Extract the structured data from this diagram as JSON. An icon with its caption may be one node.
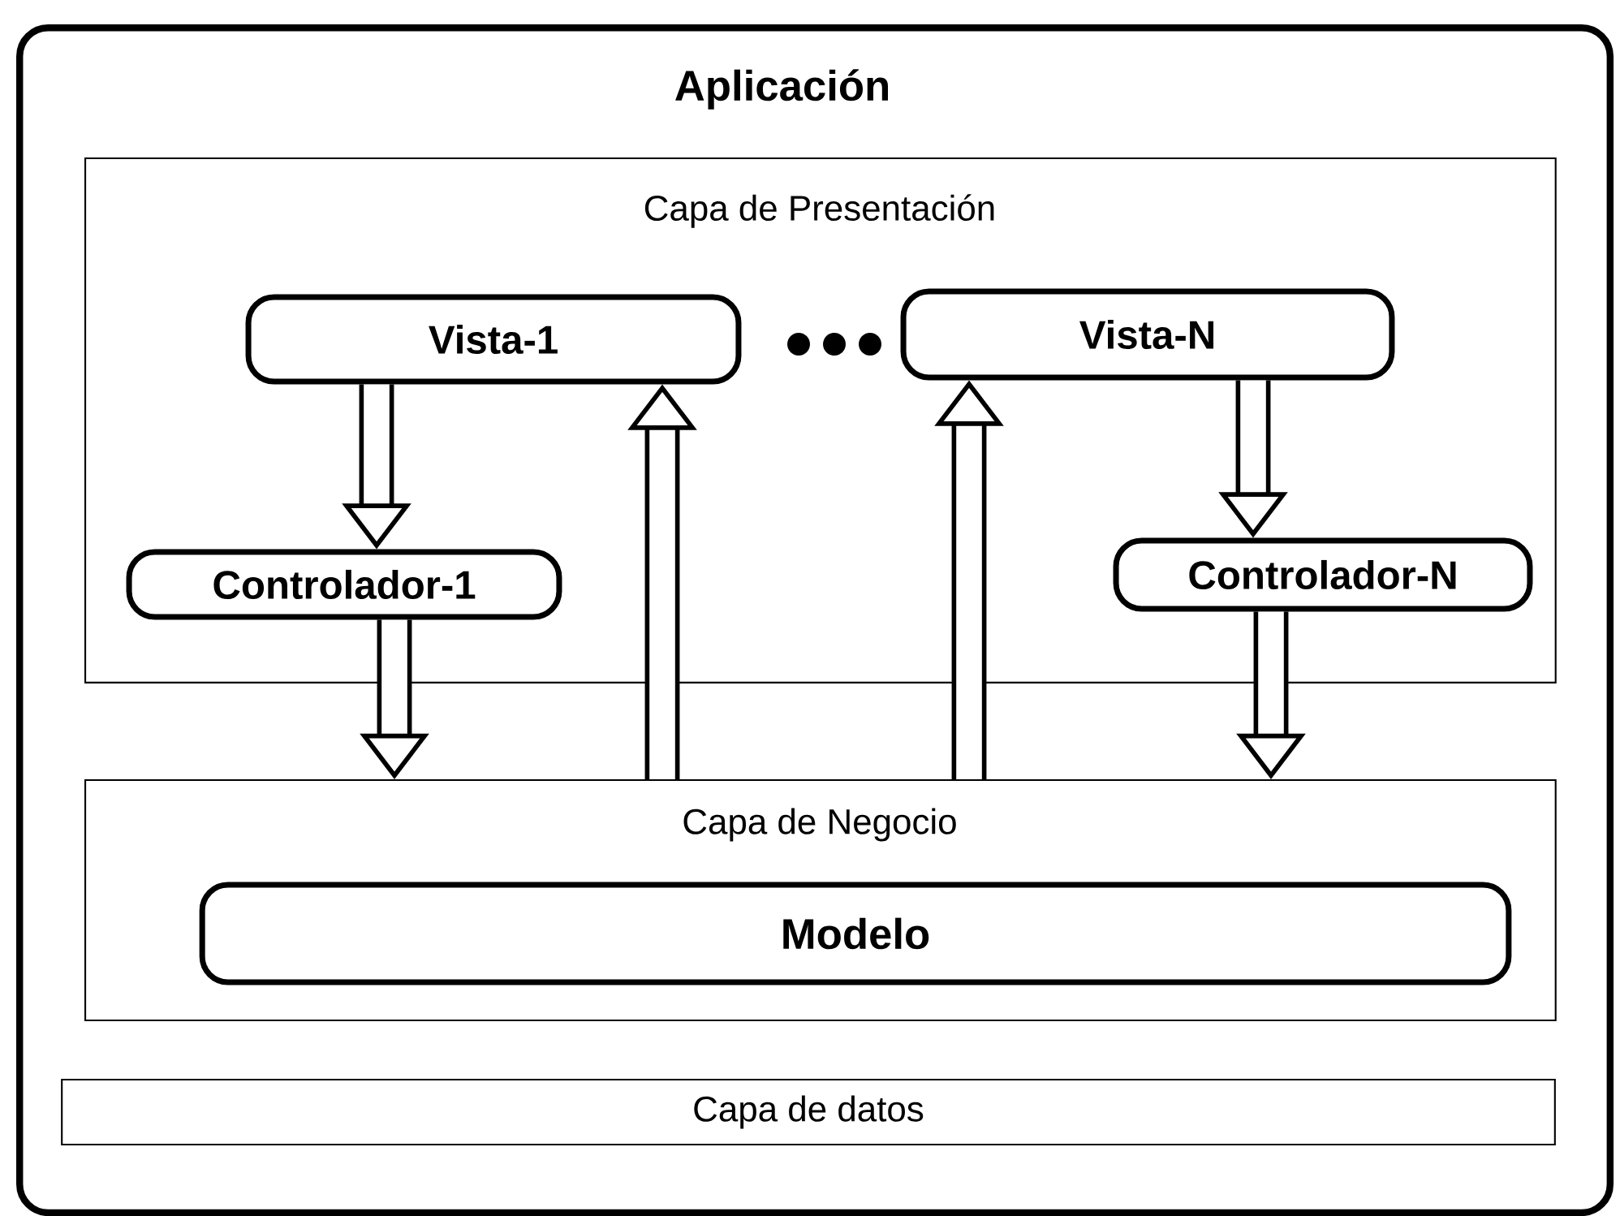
{
  "diagram": {
    "nodes": [
      {
        "text": [
          "Aplicación"
        ]
      },
      {
        "text": [
          "Capa de Presentación"
        ],
        "in": 0
      },
      {
        "text": [
          "Vista-1"
        ],
        "in": 1
      },
      {
        "text": [
          "Vista-N"
        ],
        "in": 1
      },
      {
        "text": [
          "Controlador-1"
        ],
        "in": 1
      },
      {
        "text": [
          "Controlador-N"
        ],
        "in": 1
      },
      {
        "text": [
          "Capa de Negocio"
        ],
        "in": 0
      },
      {
        "text": [
          "Modelo"
        ],
        "in": 6
      },
      {
        "text": [
          "Capa de datos"
        ],
        "in": 0
      }
    ],
    "edges": [
      {
        "from": 2,
        "to": 4,
        "arrow": "to"
      },
      {
        "from": 4,
        "to": 6,
        "arrow": "to"
      },
      {
        "from": 6,
        "to": 2,
        "arrow": "to"
      },
      {
        "from": 6,
        "to": 3,
        "arrow": "to"
      },
      {
        "from": 3,
        "to": 5,
        "arrow": "to"
      },
      {
        "from": 5,
        "to": 6,
        "arrow": "to"
      }
    ]
  }
}
